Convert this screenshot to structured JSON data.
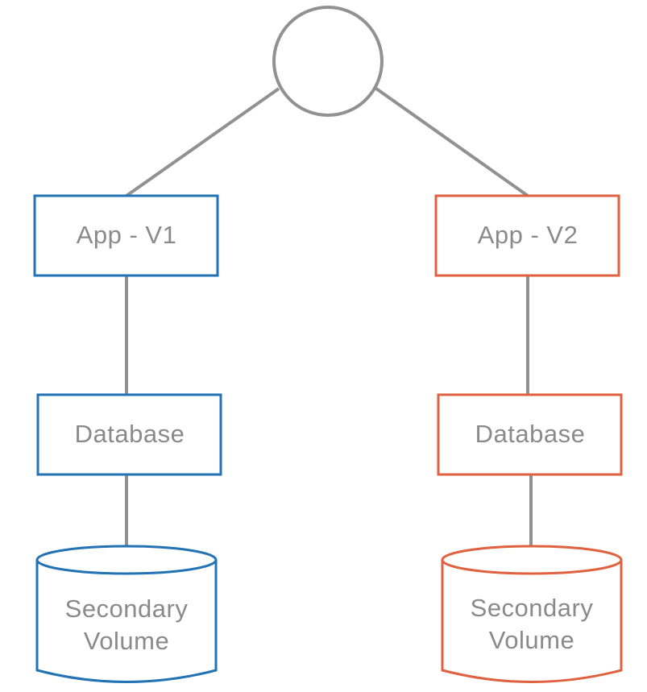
{
  "colors": {
    "v1": "#2272b4",
    "v2": "#e0613f",
    "connector": "#919191",
    "text": "#8a8a8a"
  },
  "left": {
    "app": "App - V1",
    "database": "Database",
    "volume_line1": "Secondary",
    "volume_line2": "Volume"
  },
  "right": {
    "app": "App - V2",
    "database": "Database",
    "volume_line1": "Secondary",
    "volume_line2": "Volume"
  }
}
